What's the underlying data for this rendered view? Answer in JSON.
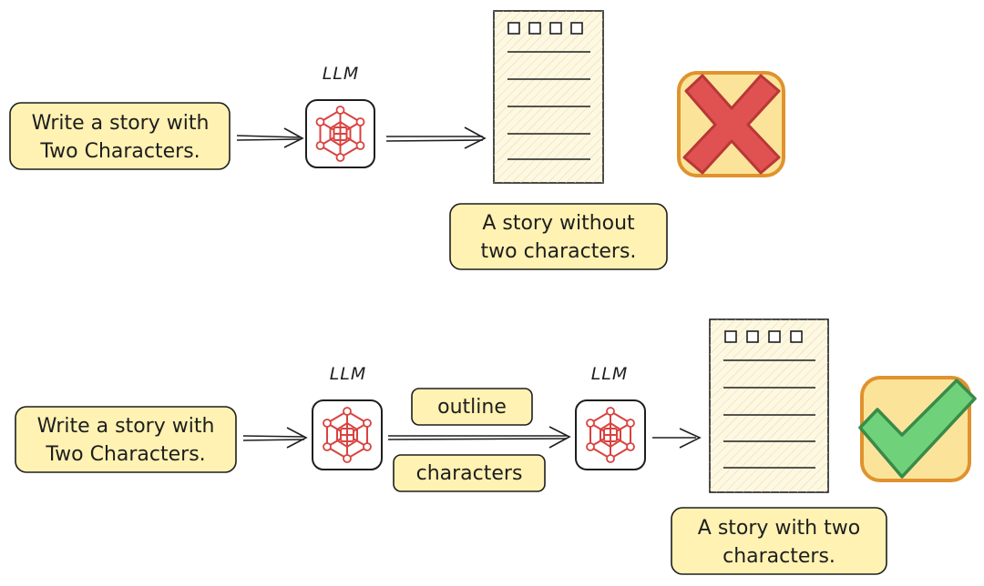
{
  "top": {
    "prompt_lines": [
      "Write a story with",
      "Two Characters."
    ],
    "llm_label": "LLM",
    "result_lines": [
      "A story without",
      "two characters."
    ]
  },
  "bottom": {
    "prompt_lines": [
      "Write a story with",
      "Two Characters."
    ],
    "llm1_label": "LLM",
    "outline_label": "outline",
    "characters_label": "characters",
    "llm2_label": "LLM",
    "result_lines": [
      "A story with two",
      "characters."
    ]
  },
  "colors": {
    "note_fill": "#fff2b3",
    "badge_fill": "#fbe49a",
    "badge_border": "#e0922e",
    "cross_fill": "#e05252",
    "check_fill": "#6fd27a",
    "network_red": "#d9423f"
  },
  "icons": [
    "neural-network-icon",
    "document-icon",
    "cross-icon",
    "check-icon"
  ]
}
